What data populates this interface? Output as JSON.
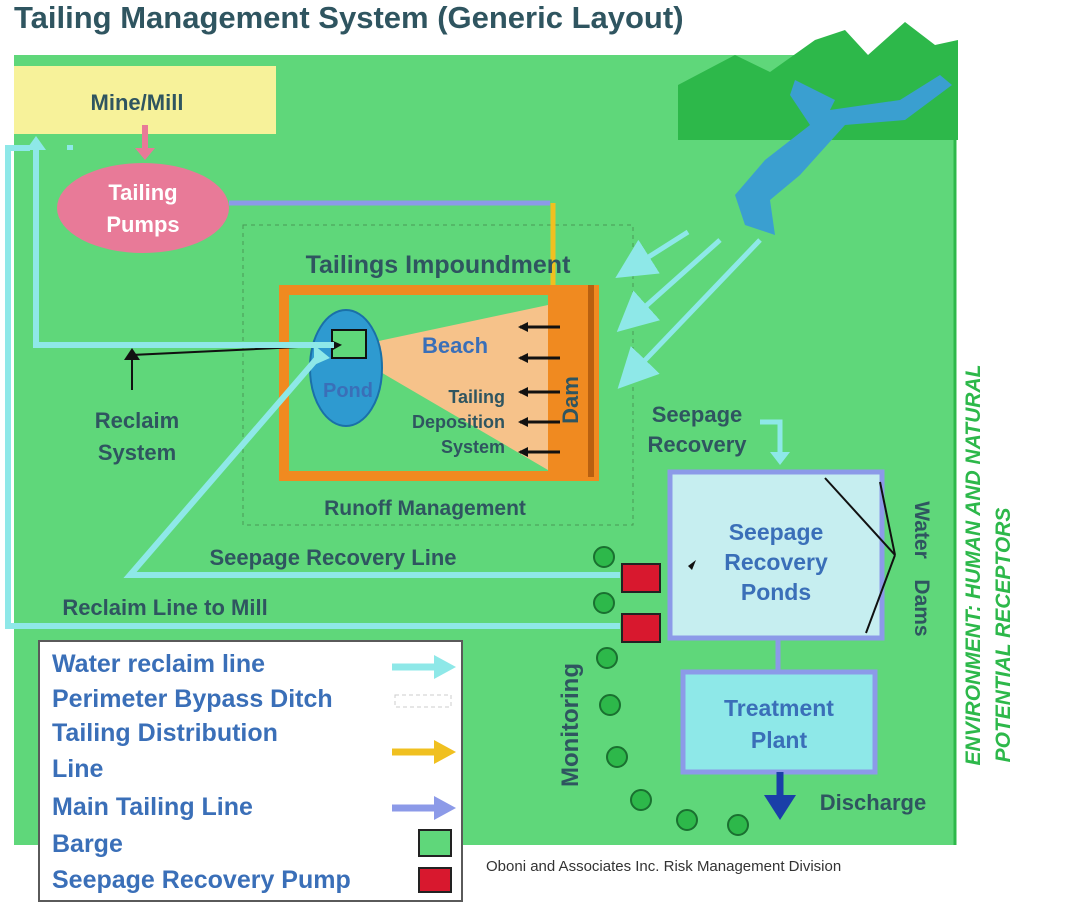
{
  "title": "Tailing Management System (Generic Layout)",
  "nodes": {
    "mine_mill": "Mine/Mill",
    "tailing_pumps_1": "Tailing",
    "tailing_pumps_2": "Pumps",
    "impoundment": "Tailings Impoundment",
    "beach": "Beach",
    "pond": "Pond",
    "dam": "Dam",
    "deposition_1": "Tailing",
    "deposition_2": "Deposition",
    "deposition_3": "System",
    "reclaim_system_1": "Reclaim",
    "reclaim_system_2": "System",
    "runoff": "Runoff Management",
    "seepage_recovery_1": "Seepage",
    "seepage_recovery_2": "Recovery",
    "seepage_ponds_1": "Seepage",
    "seepage_ponds_2": "Recovery",
    "seepage_ponds_3": "Ponds",
    "treatment_1": "Treatment",
    "treatment_2": "Plant",
    "discharge": "Discharge",
    "water_dams_1": "Water",
    "water_dams_2": "Dams",
    "monitoring": "Monitoring",
    "seepage_line": "Seepage Recovery Line",
    "reclaim_line": "Reclaim Line to Mill",
    "environment_1": "ENVIRONMENT: HUMAN AND NATURAL",
    "environment_2": "POTENTIAL RECEPTORS"
  },
  "legend": {
    "water_reclaim": "Water reclaim line",
    "bypass": "Perimeter Bypass Ditch",
    "distribution_1": "Tailing Distribution",
    "distribution_2": "Line",
    "main_line": "Main Tailing Line",
    "barge": "Barge",
    "pump": "Seepage Recovery Pump"
  },
  "credit": "Oboni and Associates Inc. Risk Management Division",
  "colors": {
    "ground": "#5fd77a",
    "mountain": "#2db84a",
    "river": "#3a9fd0",
    "reclaim_line": "#8ee8e8",
    "tailing_line": "#f0c020",
    "main_line": "#8c9ae8",
    "impoundment": "#f08a20",
    "beach": "#f6c28a",
    "pond": "#2e9ad0",
    "pumps": "#e87a98",
    "mine_mill": "#f7f29a",
    "seepage_pond": "#c6eef0",
    "pump_box": "#d8182e",
    "text_dark": "#2f5560",
    "text_blue": "#3a6fb8"
  }
}
